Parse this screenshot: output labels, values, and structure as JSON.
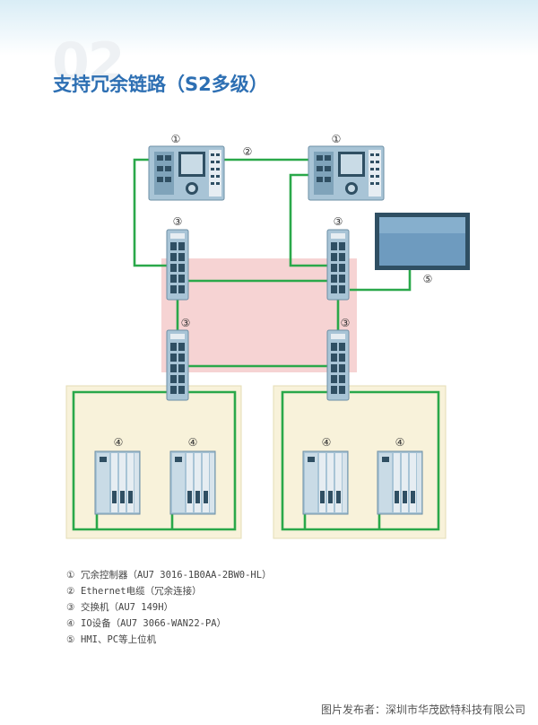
{
  "section_number": "02",
  "title": "支持冗余链路（S2多级）",
  "callouts": {
    "controller": "①",
    "cable": "②",
    "switch": "③",
    "io": "④",
    "hmi": "⑤"
  },
  "legend": [
    {
      "num": "①",
      "text": "冗余控制器（AU7 3016-1B0AA-2BW0-HL）"
    },
    {
      "num": "②",
      "text": "Ethernet电缆（冗余连接）"
    },
    {
      "num": "③",
      "text": "交换机（AU7 149H）"
    },
    {
      "num": "④",
      "text": "IO设备（AU7 3066-WAN22-PA）"
    },
    {
      "num": "⑤",
      "text": "HMI、PC等上位机"
    }
  ],
  "credit": "图片发布者：深圳市华茂欧特科技有限公司",
  "colors": {
    "title": "#2d6fb3",
    "link": "#2aa84a",
    "redundancy_zone": "#f6d3d3",
    "io_zone": "#f8f2da",
    "io_zone_border": "#e5dcb5",
    "device_body": "#a8c4d6",
    "device_dark": "#2f4f63"
  },
  "icons": [
    "redundant-controller-icon",
    "network-switch-icon",
    "io-module-rack-icon",
    "hmi-monitor-icon"
  ]
}
